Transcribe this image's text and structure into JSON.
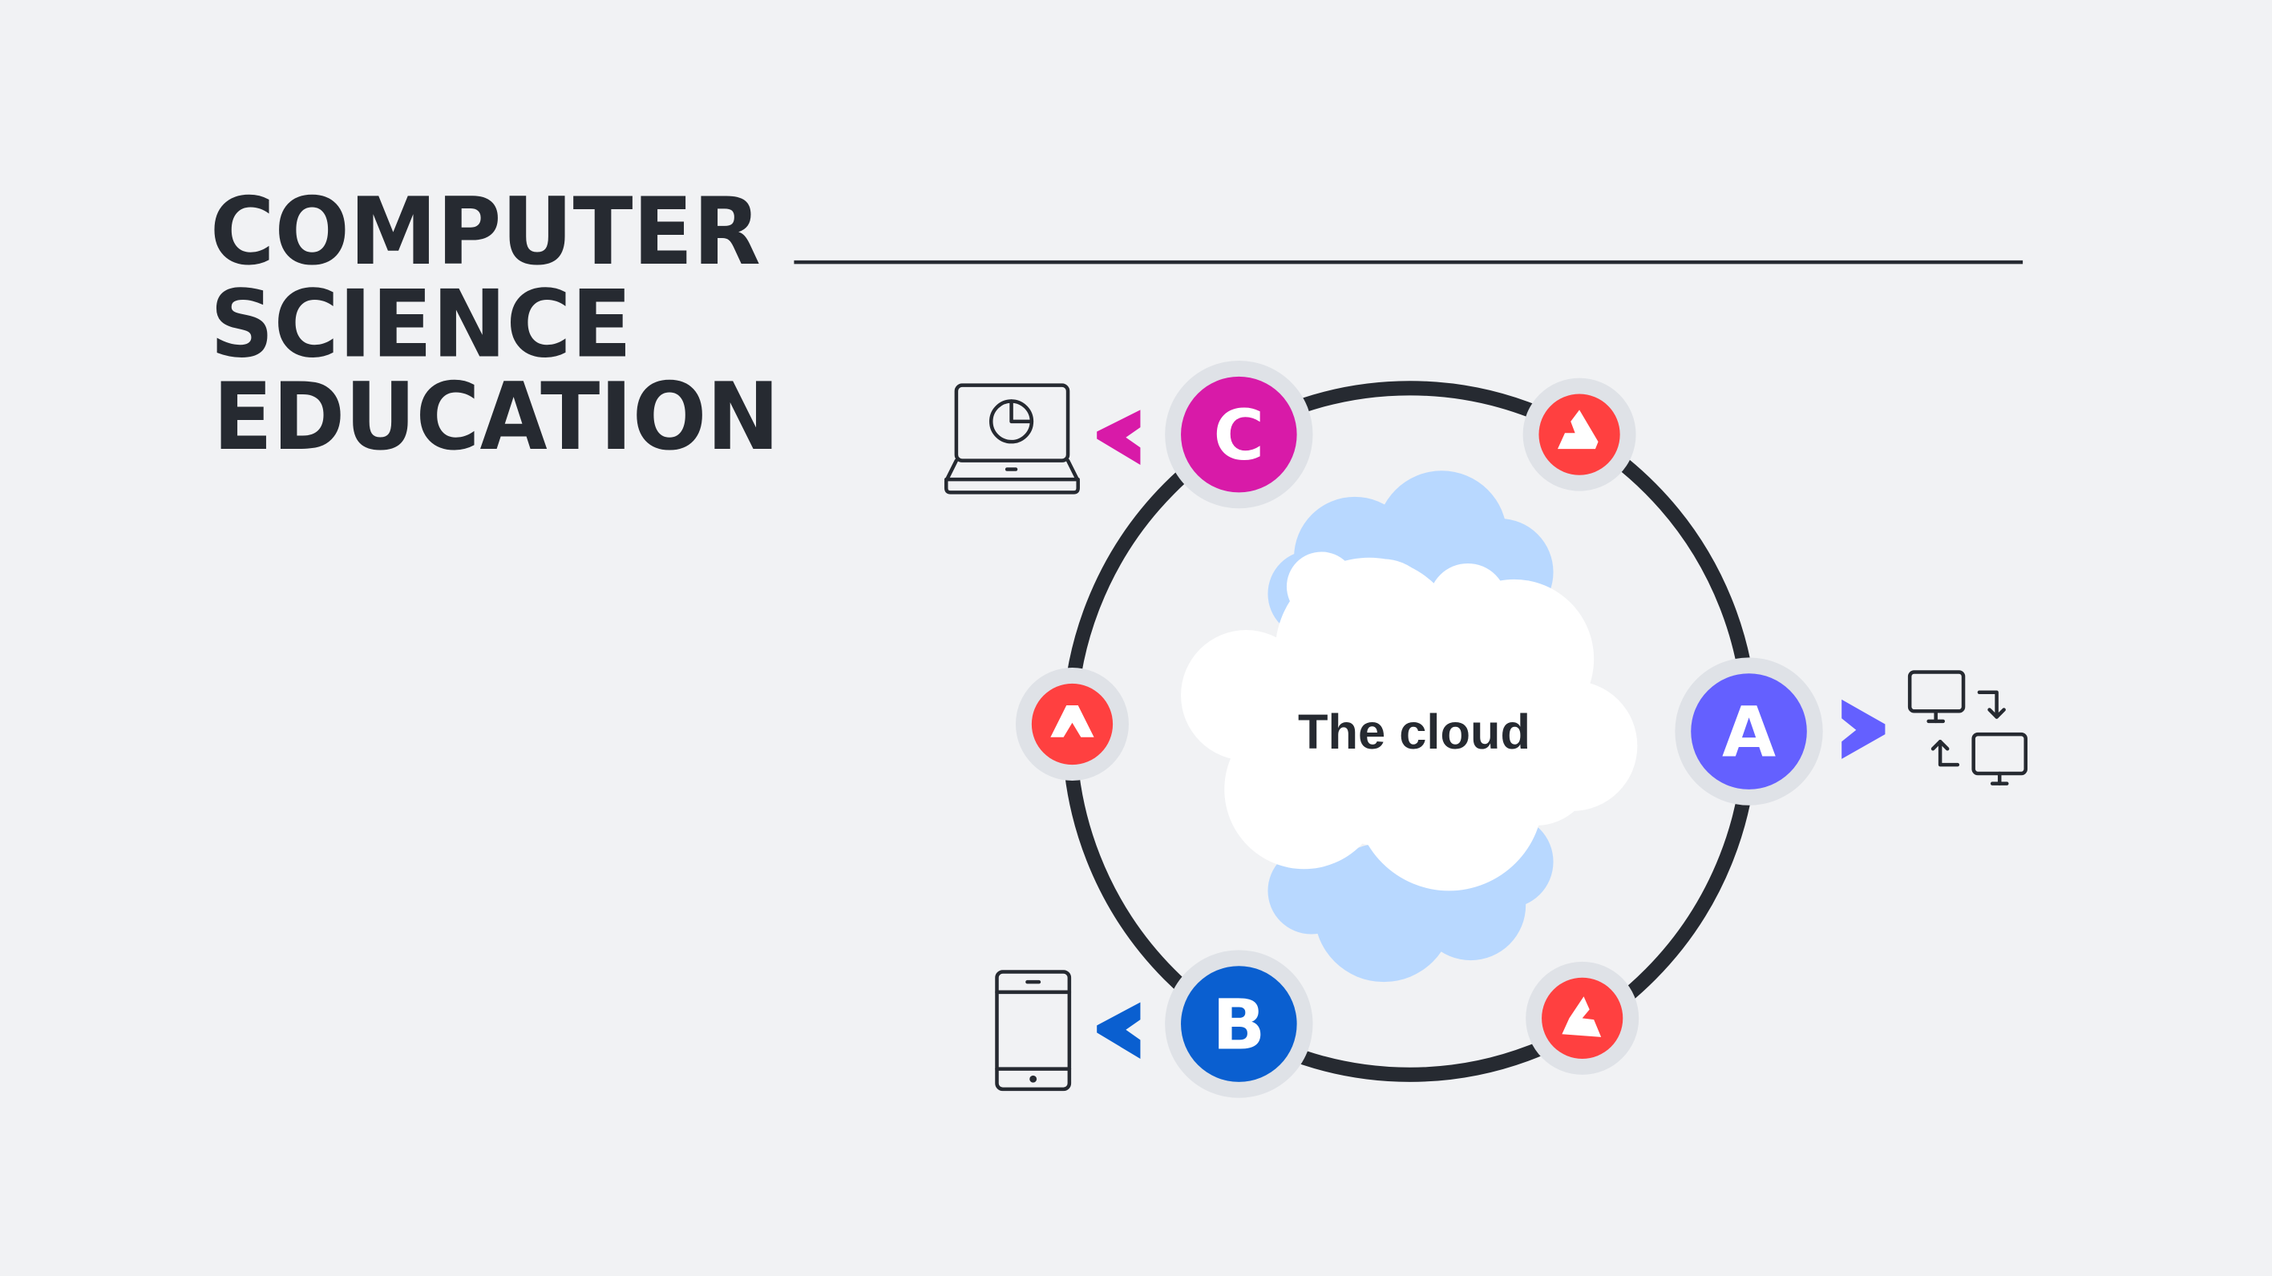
{
  "title": {
    "lines": [
      "COMPUTER",
      "SCIENCE",
      "EDUCATION"
    ]
  },
  "cloud": {
    "label": "The cloud"
  },
  "nodes": {
    "c": {
      "letter": "C",
      "color": "#d81aa8",
      "device": "laptop-icon"
    },
    "a": {
      "letter": "A",
      "color": "#6460ff",
      "device": "monitors-transfer-icon"
    },
    "b": {
      "letter": "B",
      "color": "#0a5fd0",
      "device": "tablet-icon"
    },
    "logo_color": "#ff4040"
  },
  "colors": {
    "background": "#f1f2f4",
    "ring": "#262a31",
    "node_halo": "#dfe2e7",
    "cloud_outline": "#b8d8ff",
    "cloud_fill": "#ffffff"
  }
}
